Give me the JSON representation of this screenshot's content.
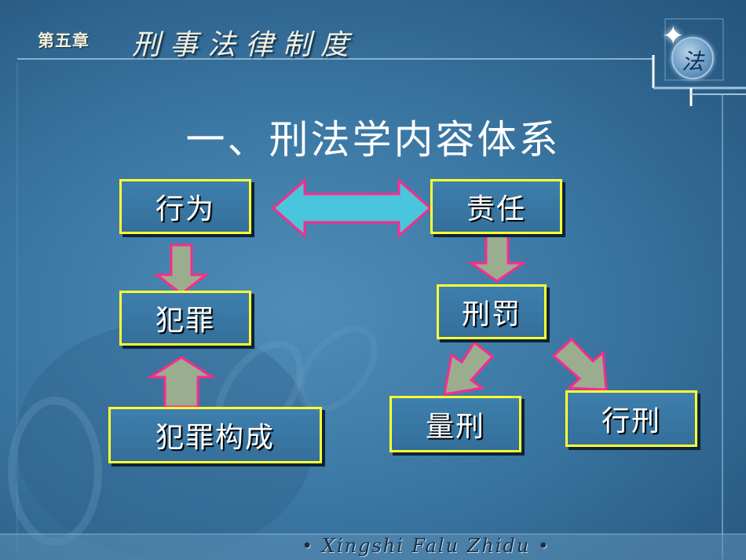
{
  "header": {
    "chapter": "第五章",
    "chapter_title": "刑事法律制度",
    "seal_char": "法"
  },
  "main_title": "一、刑法学内容体系",
  "nodes": {
    "behavior": "行为",
    "responsibility": "责任",
    "crime": "犯罪",
    "punishment": "刑罚",
    "crime_constitution": "犯罪构成",
    "sentencing": "量刑",
    "execution": "行刑"
  },
  "footer": "• Xingshi  Falu  Zhidu •",
  "colors": {
    "box_border": "#ffff33",
    "double_arrow_fill": "#49c6dc",
    "arrow_fill": "#9aae8f",
    "arrow_stroke": "#ff2a8c"
  }
}
